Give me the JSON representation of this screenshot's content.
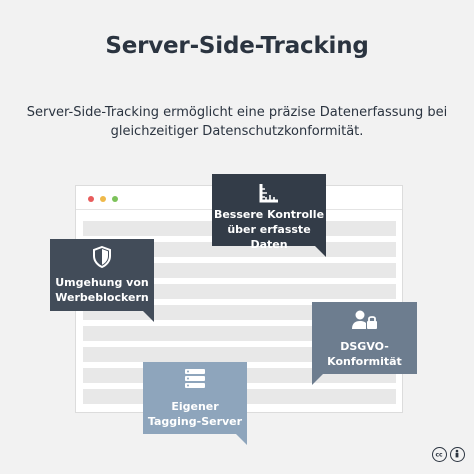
{
  "title": "Server-Side-Tracking",
  "subtitle": "Server-Side-Tracking ermöglicht eine präzise Datenerfassung bei gleichzeitiger Datenschutzkonformität.",
  "callouts": {
    "kontrolle": {
      "label": "Bessere Kontrolle\nüber erfasste\nDaten",
      "icon": "ruler-icon",
      "color": "#333c48"
    },
    "werbeblocker": {
      "label": "Umgehung von\nWerbeblockern",
      "icon": "shield-icon",
      "color": "#424c59"
    },
    "dsgvo": {
      "label": "DSGVO-\nKonformität",
      "icon": "user-lock-icon",
      "color": "#6d7d8f"
    },
    "server": {
      "label": "Eigener\nTagging-Server",
      "icon": "server-icon",
      "color": "#8ea5bc"
    }
  },
  "browser": {
    "dot_colors": [
      "#e85c5c",
      "#efb94a",
      "#7cc25a"
    ]
  },
  "license": {
    "icons": [
      "cc-icon",
      "by-icon"
    ]
  }
}
